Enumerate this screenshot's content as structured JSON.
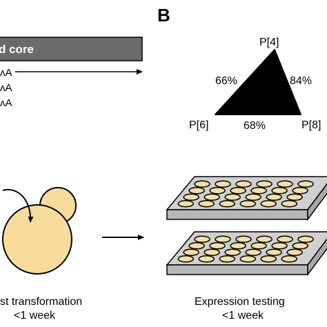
{
  "colors": {
    "core_bar": "#6b6b6b",
    "triangle": "#000000",
    "yeast_cell": "#f7dc9c",
    "well": "#f3e0a6",
    "plate_top": "#d0d0d0",
    "plate_side": "#b8b8b8"
  },
  "panel_a": {
    "core_label": "d core",
    "seq_lines": [
      "ʌA",
      "ʌA",
      "ʌA"
    ]
  },
  "panel_b": {
    "label": "B",
    "nodes": {
      "top": "P[4]",
      "left": "P[6]",
      "right": "P[8]"
    },
    "percent_left": "66%",
    "percent_right": "84%",
    "percent_bottom": "68%"
  },
  "yeast": {
    "caption_line1": "st transformation",
    "caption_line2": "<1 week"
  },
  "expression": {
    "caption_line1": "Expression testing",
    "caption_line2": "<1 week"
  }
}
